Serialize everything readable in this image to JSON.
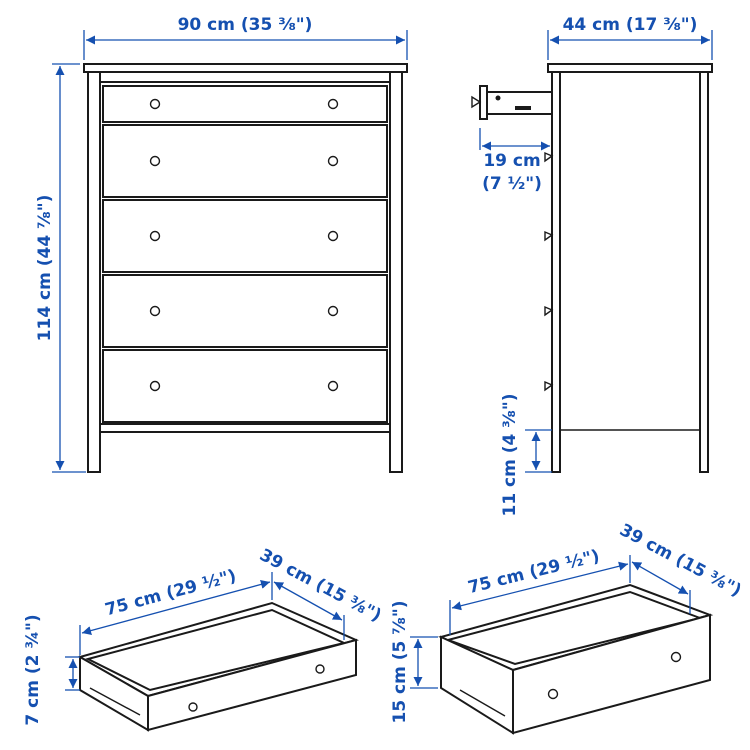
{
  "colors": {
    "dimension": "#1550b0",
    "outline": "#1a1a1a"
  },
  "front_view": {
    "width_label": "90 cm (35 ⅜\")",
    "height_label": "114 cm (44 ⅞\")"
  },
  "side_view": {
    "depth_label": "44 cm (17 ⅜\")",
    "drawer_pull_label_cm": "19 cm",
    "drawer_pull_label_in": "(7 ½\")",
    "leg_height_label": "11 cm (4 ⅜\")"
  },
  "small_drawer": {
    "width_label": "75 cm (29 ½\")",
    "depth_label": "39 cm (15 ⅜\")",
    "height_label": "7 cm (2 ¾\")"
  },
  "large_drawer": {
    "width_label": "75 cm (29 ½\")",
    "depth_label": "39 cm (15 ⅜\")",
    "height_label": "15 cm (5 ⅞\")"
  }
}
